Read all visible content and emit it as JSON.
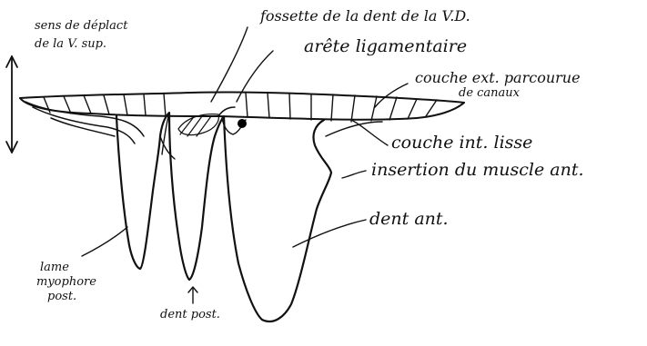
{
  "labels": {
    "sens_line1": "sens de déplact",
    "sens_line2": "de la V. sup.",
    "fossette": "fossette de la dent de la V.D.",
    "arete": "arête ligamentaire",
    "couche_ext_line1": "couche ext. parcourue",
    "couche_ext_line2": "de canaux",
    "couche_int": "couche int. lisse",
    "insertion": "insertion du muscle ant.",
    "dent_ant": "dent ant.",
    "lame_line1": "lame",
    "lame_line2": "myophore",
    "lame_line3": "post.",
    "dent_post": "dent post."
  }
}
